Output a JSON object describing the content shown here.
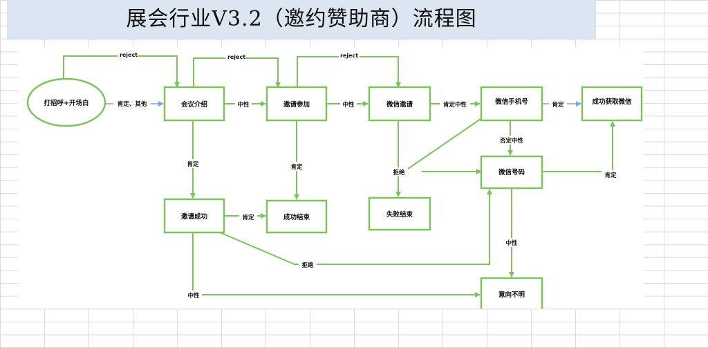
{
  "title": "展会行业V3.2（邀约赞助商）流程图",
  "nodes": {
    "greeting": "打招呼+开场白",
    "meeting_intro": "会议介绍",
    "invite_attend": "邀请参加",
    "wechat_invite": "微信邀请",
    "wechat_phone": "微信手机号",
    "get_wechat_success": "成功获取微信",
    "invite_success": "邀请成功",
    "success_end": "成功结束",
    "fail_end": "失败结束",
    "wechat_id": "微信号码",
    "unclear_intent": "意向不明"
  },
  "edges": {
    "positive_other": "肯定、其他",
    "neutral": "中性",
    "positive": "肯定",
    "positive_neutral": "肯定中性",
    "negative_neutral": "否定中性",
    "reject_cn": "拒绝",
    "reject": "reject"
  },
  "colors": {
    "line": "#7dc35b",
    "node_fill": "#ffffff",
    "title_bg": "#dce6f1",
    "blue_line": "#7ba6d8"
  }
}
